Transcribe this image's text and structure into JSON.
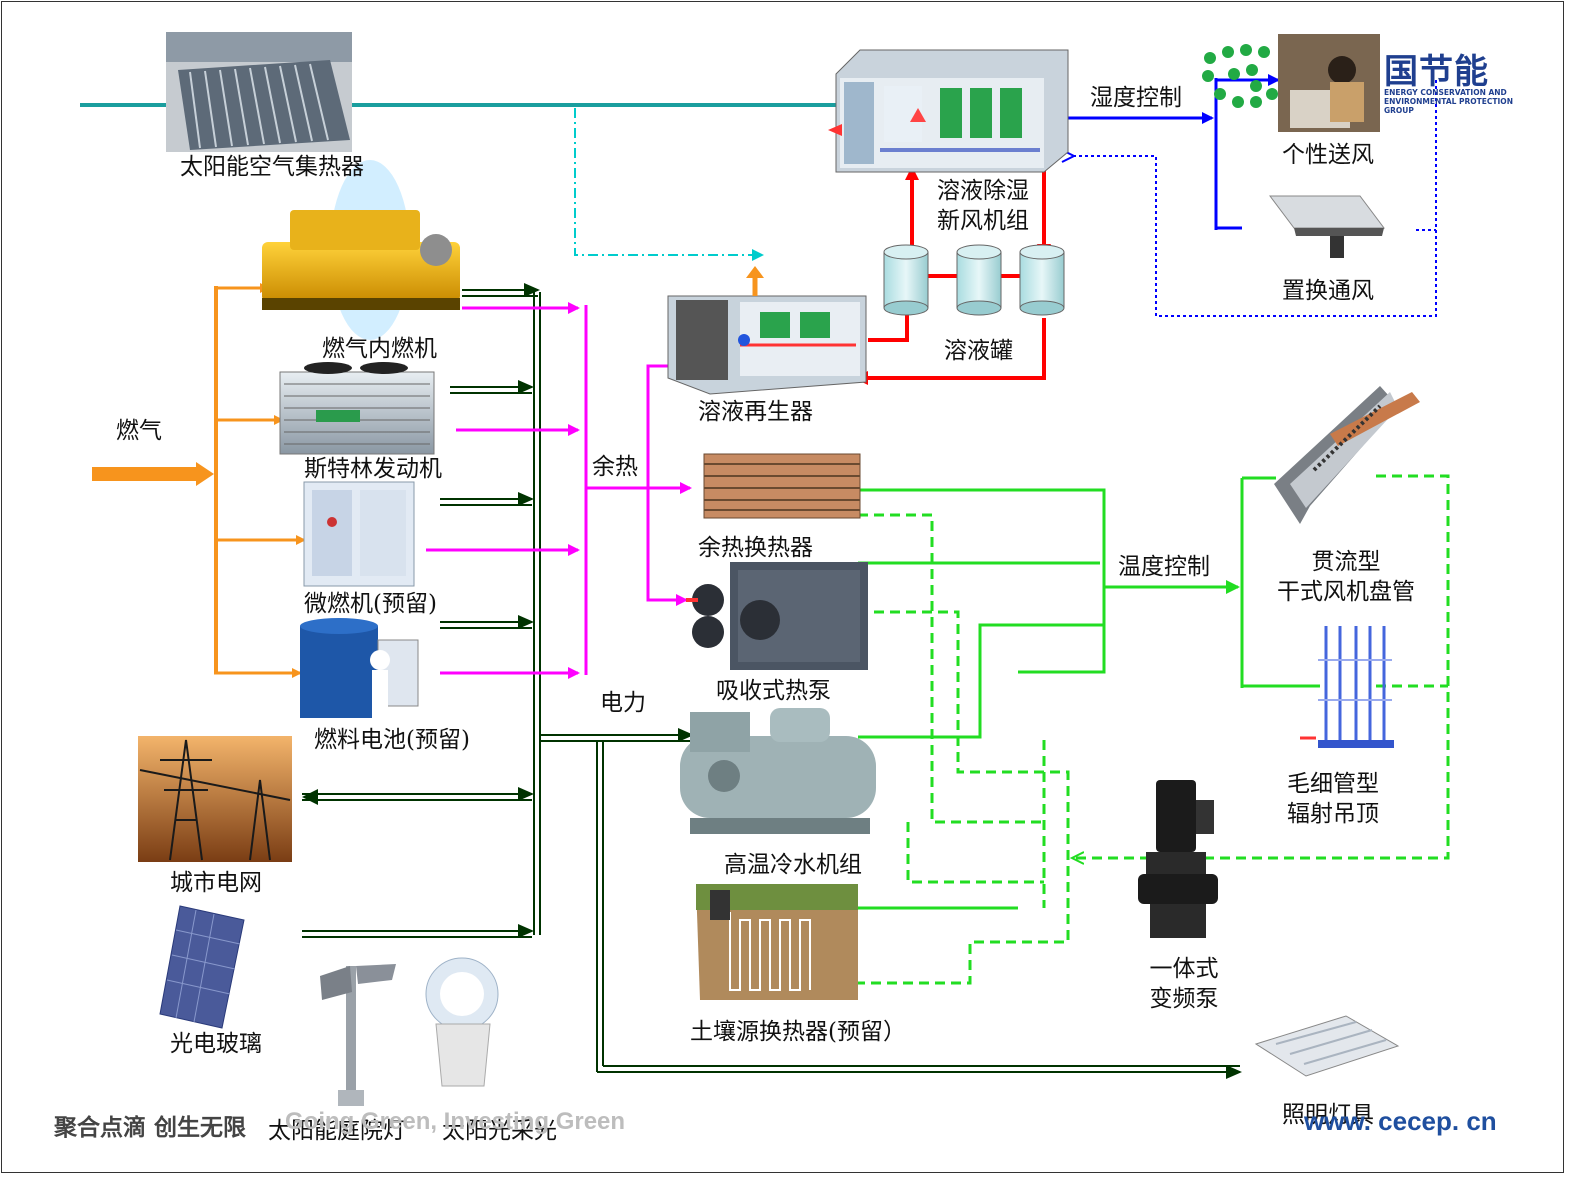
{
  "labels": {
    "solar_air_collector": "太阳能空气集热器",
    "gas": "燃气",
    "gas_engine": "燃气内燃机",
    "stirling": "斯特林发动机",
    "microturbine": "微燃机(预留)",
    "fuel_cell": "燃料电池(预留)",
    "city_grid": "城市电网",
    "pv_glass": "光电玻璃",
    "solar_garden_lamp": "太阳能庭院灯",
    "solar_lighting": "太阳光采光",
    "waste_heat": "余热",
    "power": "电力",
    "regenerator": "溶液再生器",
    "dehumid_line1": "溶液除湿",
    "dehumid_line2": "新风机组",
    "solution_tank": "溶液罐",
    "humidity_control": "湿度控制",
    "personal_air": "个性送风",
    "displacement": "置换通风",
    "waste_heat_exchanger": "余热换热器",
    "absorption_hp": "吸收式热泵",
    "ht_chiller": "高温冷水机组",
    "ground_hx": "土壤源换热器(预留）",
    "temperature_control": "温度控制",
    "crossflow_line1": "贯流型",
    "crossflow_line2": "干式风机盘管",
    "capillary_line1": "毛细管型",
    "capillary_line2": "辐射吊顶",
    "pump_line1": "一体式",
    "pump_line2": "变频泵",
    "lighting": "照明灯具"
  },
  "branding": {
    "logo_text": "国节能",
    "logo_sub": "ENERGY CONSERVATION AND ENVIRONMENTAL PROTECTION GROUP",
    "slogan_cn": "聚合点滴 创生无限",
    "slogan_en": "Going Green, Investing Green",
    "website": "www. cecep. cn"
  },
  "colors": {
    "gas": "#f7941d",
    "waste_heat": "#ff00ff",
    "power": "#003300",
    "solution": "#ff0000",
    "air": "#0000ff",
    "water": "#22dd22",
    "solar_air": "#1a9e9e",
    "aux_air": "#00cccc"
  }
}
